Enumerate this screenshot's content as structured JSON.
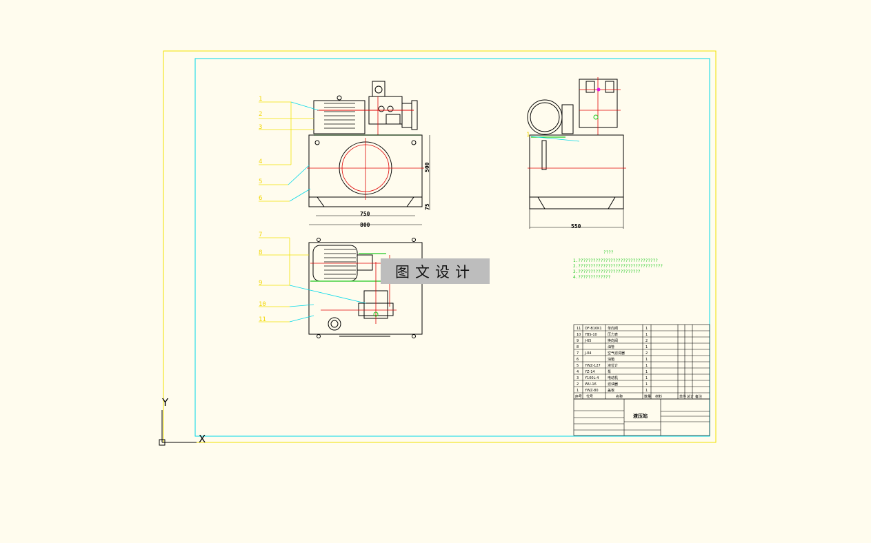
{
  "drawing": {
    "callouts_front": [
      "1",
      "2",
      "3",
      "4",
      "5",
      "6"
    ],
    "callouts_top": [
      "7",
      "8",
      "9",
      "10",
      "11"
    ],
    "callout_side": "1",
    "dims": {
      "front_inner": "750",
      "front_outer": "800",
      "front_height": "500",
      "front_foot": "75",
      "side_width": "550"
    },
    "notes_title": "????",
    "notes": [
      "1.????????????????????????????????",
      "2.??????????????????????????????????",
      "3.?????????????????????????",
      "4.?????????????"
    ],
    "watermark": "图文设计",
    "axis_y": "Y",
    "axis_x": "X"
  },
  "colors": {
    "background": "#fffcee",
    "outer_frame": "#f2e200",
    "inner_frame": "#00d8e8",
    "centerline": "#e00000",
    "green": "#1ec81e"
  },
  "bom": {
    "rows": [
      {
        "no": "11",
        "code": "DF-B10K1",
        "name": "单向阀",
        "qty": "1"
      },
      {
        "no": "10",
        "code": "YBS-10",
        "name": "压力表",
        "qty": "1"
      },
      {
        "no": "9",
        "code": "J-65",
        "name": "换向阀",
        "qty": "2"
      },
      {
        "no": "8",
        "code": "",
        "name": "油管",
        "qty": "1"
      },
      {
        "no": "7",
        "code": "J-04",
        "name": "空气滤清器",
        "qty": "2"
      },
      {
        "no": "6",
        "code": "",
        "name": "油箱",
        "qty": "1"
      },
      {
        "no": "5",
        "code": "YWZ-127",
        "name": "液位计",
        "qty": "1"
      },
      {
        "no": "4",
        "code": "YZ-14",
        "name": "泵",
        "qty": "1"
      },
      {
        "no": "3",
        "code": "Y100L-4",
        "name": "电动机",
        "qty": "1"
      },
      {
        "no": "2",
        "code": "WU-16",
        "name": "滤油器",
        "qty": "1"
      },
      {
        "no": "1",
        "code": "YWZ-80",
        "name": "盖板",
        "qty": "1"
      }
    ],
    "header": [
      "序号",
      "代号",
      "名称",
      "数量",
      "材料",
      "单件",
      "总计",
      "备注"
    ],
    "title": "液压站"
  }
}
